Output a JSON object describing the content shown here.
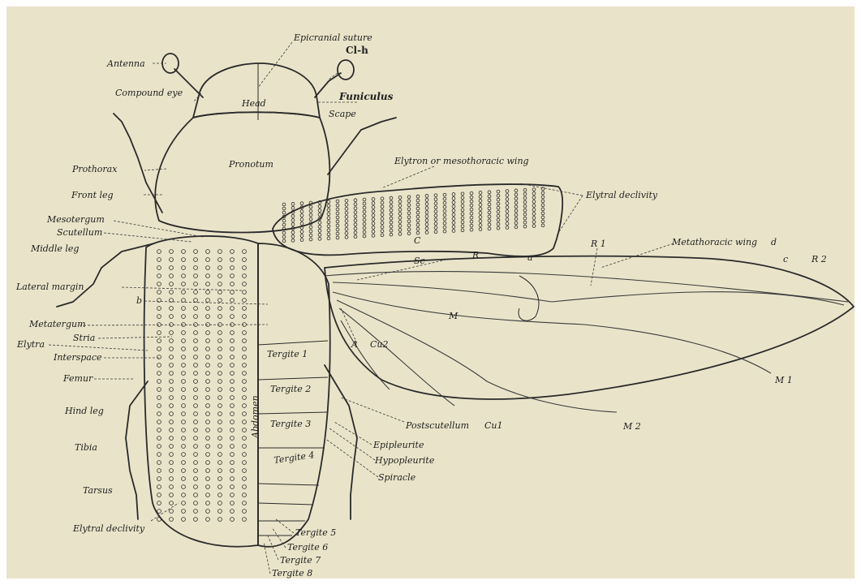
{
  "colors": {
    "paper": "#e9e4c9",
    "ink": "#2a2a2a",
    "frame": "#ffffff"
  },
  "labels": {
    "epicranial_suture": "Epicranial suture",
    "antenna": "Antenna",
    "cl_h": "Cl-h",
    "compound_eye": "Compound eye",
    "head": "Head",
    "funiculus": "Funiculus",
    "scape": "Scape",
    "pronotum": "Pronotum",
    "prothorax": "Prothorax",
    "front_leg": "Front leg",
    "mesotergum": "Mesotergum",
    "scutellum": "Scutellum",
    "middle_leg": "Middle leg",
    "lateral_margin": "Lateral margin",
    "b": "b",
    "metatergum": "Metatergum",
    "stria": "Stria",
    "elytra": "Elytra",
    "interspace": "Interspace",
    "femur": "Femur",
    "hind_leg": "Hind leg",
    "tibia": "Tibia",
    "tarsus": "Tarsus",
    "elytral_declivity_bottom": "Elytral declivity",
    "elytron_mesothoracic_wing": "Elytron or mesothoracic wing",
    "elytral_declivity_top": "Elytral declivity",
    "r1": "R 1",
    "metathoracic_wing": "Metathoracic wing",
    "d": "d",
    "c_small": "c",
    "r2": "R 2",
    "c_vein": "C",
    "sc": "Sc",
    "r_vein": "R",
    "a_small": "a",
    "m_vein": "M",
    "a_vein": "A",
    "cu2": "Cu2",
    "m1": "M 1",
    "m2": "M 2",
    "cu1": "Cu1",
    "postscutellum": "Postscutellum",
    "tergite_1": "Tergite 1",
    "tergite_2": "Tergite 2",
    "tergite_3": "Tergite 3",
    "tergite_4": "Tergite 4",
    "abdomen": "Abdomen",
    "epipleurite": "Epipleurite",
    "hypopleurite": "Hypopleurite",
    "spiracle": "Spiracle",
    "tergite_5": "Tergite 5",
    "tergite_6": "Tergite 6",
    "tergite_7": "Tergite 7",
    "tergite_8": "Tergite 8"
  }
}
